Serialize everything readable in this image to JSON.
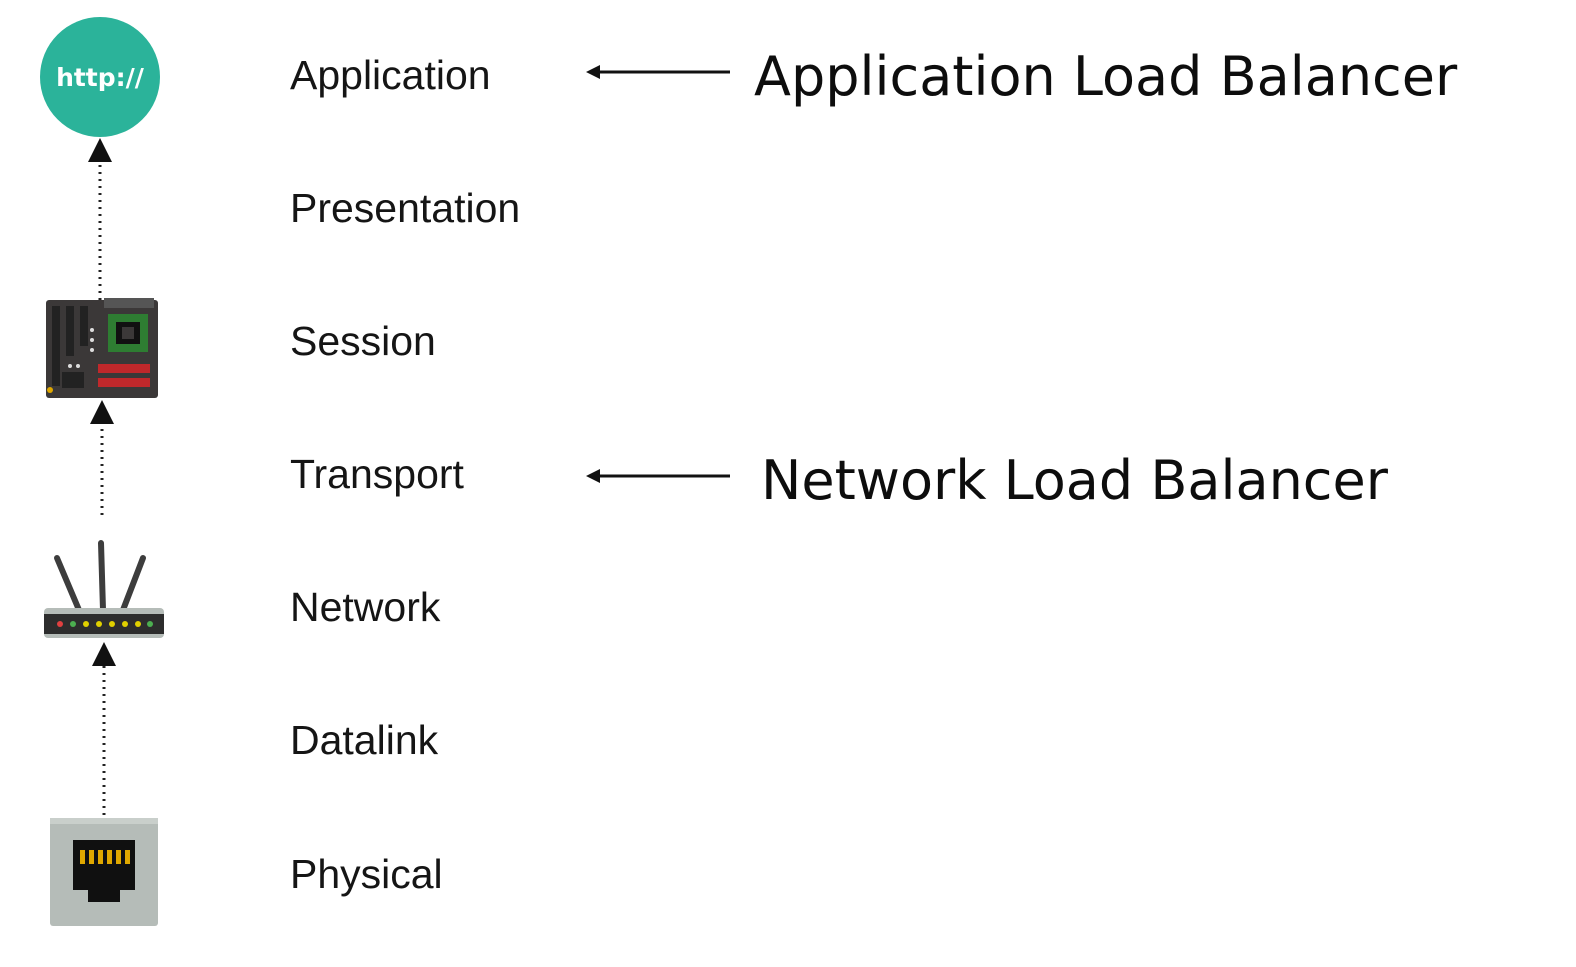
{
  "layers": [
    {
      "label": "Application"
    },
    {
      "label": "Presentation"
    },
    {
      "label": "Session"
    },
    {
      "label": "Transport"
    },
    {
      "label": "Network"
    },
    {
      "label": "Datalink"
    },
    {
      "label": "Physical"
    }
  ],
  "load_balancers": {
    "application": {
      "label": "Application Load Balancer",
      "layer": "Application"
    },
    "network": {
      "label": "Network Load Balancer",
      "layer": "Transport"
    }
  },
  "icons": {
    "application": {
      "name": "http-globe-icon",
      "text": "http://",
      "color": "#2bb39a"
    },
    "session": {
      "name": "circuit-board-icon"
    },
    "network": {
      "name": "router-icon"
    },
    "physical": {
      "name": "ethernet-port-icon"
    }
  },
  "colors": {
    "teal": "#2bb39a",
    "board": "#3b3838",
    "board_red": "#c0282b",
    "board_green": "#2e7d32",
    "port_gold": "#e0a800",
    "port_gray": "#b5bcb8"
  }
}
